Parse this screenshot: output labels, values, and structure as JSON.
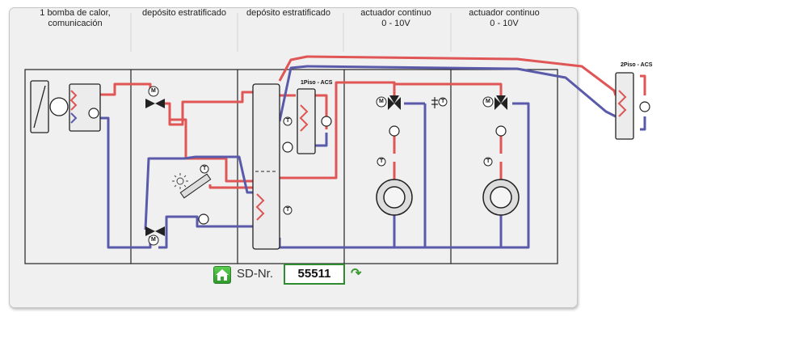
{
  "columns": [
    {
      "header": "1 bomba de calor,\ncomunicación"
    },
    {
      "header": "depósito estratificado"
    },
    {
      "header": "depósito estratificado"
    },
    {
      "header": "actuador continuo\n0 - 10V"
    },
    {
      "header": "actuador continuo\n0 - 10V"
    }
  ],
  "labels": {
    "tank_1piso": "1Piso - ACS",
    "tank_2piso": "2Piso - ACS",
    "motor_letter": "M",
    "sensor_letter": "T"
  },
  "footer": {
    "sd_label": "SD-Nr.",
    "sd_number": "55511"
  },
  "colors": {
    "supply": "#e05555",
    "return": "#5a5aaa",
    "line": "#222222",
    "accent": "#2e8b2e"
  },
  "icons": [
    "home-icon",
    "refresh-icon",
    "pump-icon",
    "motor-icon",
    "sensor-icon",
    "sun-icon",
    "valve-icon",
    "radiator-icon"
  ]
}
